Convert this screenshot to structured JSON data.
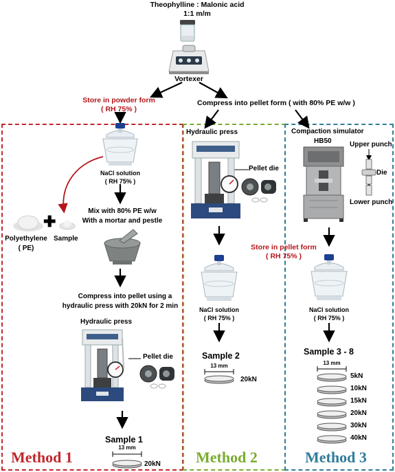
{
  "header": {
    "title": "Theophylline : Malonic acid",
    "ratio": "1:1 m/m",
    "vortexer": "Vortexer",
    "store_powder_line1": "Store in powder form",
    "store_powder_line2": "( RH 75% )",
    "compress_pellet": "Compress into pellet form ( with 80% PE w/w )"
  },
  "method1": {
    "label": "Method 1",
    "salt_line1": "NaCl solution",
    "salt_line2": "( RH 75% )",
    "polyethylene_line1": "Polyethylene",
    "polyethylene_line2": "( PE)",
    "sample": "Sample",
    "mix_line1": "Mix with 80% PE w/w",
    "mix_line2": "With a mortar and pestle",
    "compress_line1": "Compress into pellet using a",
    "compress_line2": "hydraulic press with 20kN for 2 min",
    "hydraulic_press": "Hydraulic press",
    "pellet_die": "Pellet die",
    "sample_title": "Sample 1",
    "dimension": "13 mm",
    "force": "20kN"
  },
  "method2": {
    "label": "Method 2",
    "hydraulic_press": "Hydraulic press",
    "pellet_die": "Pellet die",
    "store_pellet_line1": "Store in pellet form",
    "store_pellet_line2": "( RH 75% )",
    "salt_line1": "NaCl solution",
    "salt_line2": "( RH 75% )",
    "sample_title": "Sample 2",
    "dimension": "13 mm",
    "force": "20kN"
  },
  "method3": {
    "label": "Method 3",
    "simulator": "Compaction simulator",
    "model": "HB50",
    "upper_punch": "Upper punch",
    "die": "Die",
    "lower_punch": "Lower punch",
    "salt_line1": "NaCl solution",
    "salt_line2": "( RH 75% )",
    "sample_title": "Sample 3 - 8",
    "dimension": "13 mm",
    "forces": [
      "5kN",
      "10kN",
      "15kN",
      "20kN",
      "30kN",
      "40kN"
    ]
  },
  "colors": {
    "method1": "#c0272d",
    "method2": "#7aab2e",
    "method3": "#2f7d9a",
    "accent_red": "#b3151a"
  }
}
